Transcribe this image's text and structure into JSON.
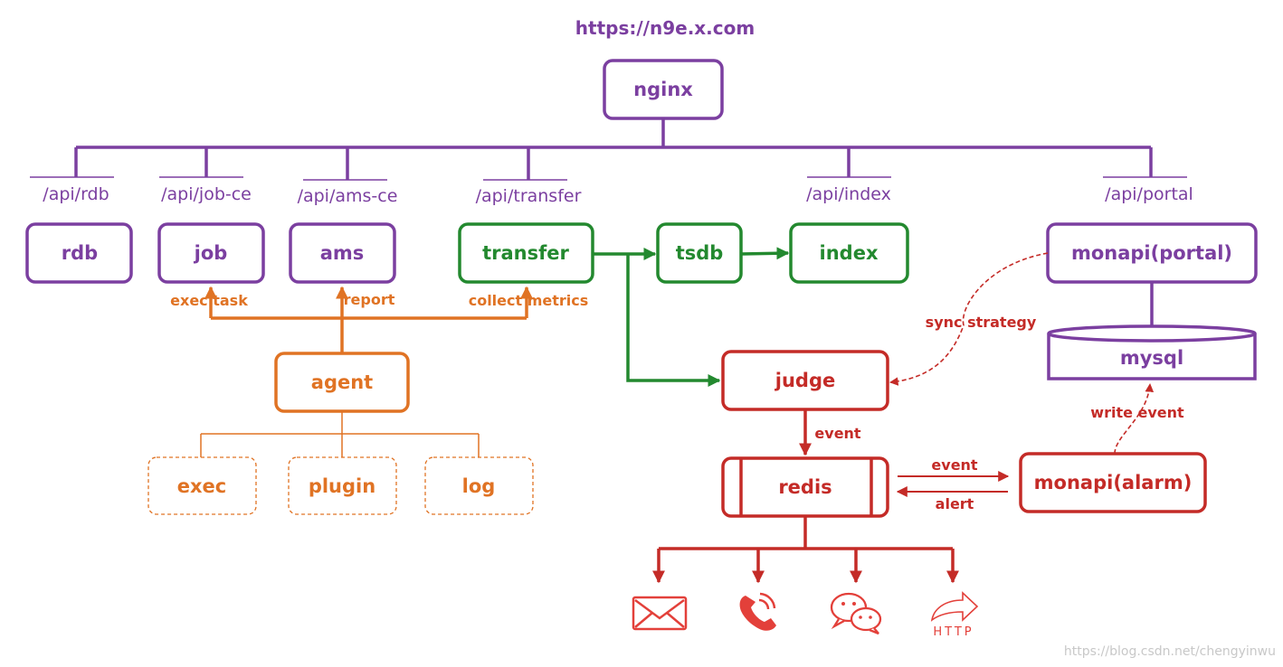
{
  "url": "https://n9e.x.com",
  "colors": {
    "purple": "#7b3fa0",
    "green": "#23892f",
    "orange": "#e07324",
    "red": "#c42b27",
    "icon_red": "#e3403a",
    "watermark": "#c8c8c8"
  },
  "nodes": {
    "nginx": "nginx",
    "rdb": "rdb",
    "job": "job",
    "ams": "ams",
    "transfer": "transfer",
    "tsdb": "tsdb",
    "index": "index",
    "monapi_portal": "monapi(portal)",
    "mysql": "mysql",
    "agent": "agent",
    "exec": "exec",
    "plugin": "plugin",
    "log": "log",
    "judge": "judge",
    "redis": "redis",
    "monapi_alarm": "monapi(alarm)"
  },
  "api_paths": {
    "rdb": "/api/rdb",
    "job": "/api/job-ce",
    "ams": "/api/ams-ce",
    "transfer": "/api/transfer",
    "index": "/api/index",
    "portal": "/api/portal"
  },
  "edge_labels": {
    "exec_task": "exec task",
    "report": "report",
    "collect_metrics": "collect metrics",
    "sync_strategy": "sync strategy",
    "event_judge": "event",
    "event_redis": "event",
    "alert": "alert",
    "write_event": "write event"
  },
  "outputs": [
    {
      "name": "mail-icon"
    },
    {
      "name": "phone-icon"
    },
    {
      "name": "wechat-icon"
    },
    {
      "name": "http-icon",
      "label": "HTTP"
    }
  ],
  "watermark": "https://blog.csdn.net/chengyinwu"
}
